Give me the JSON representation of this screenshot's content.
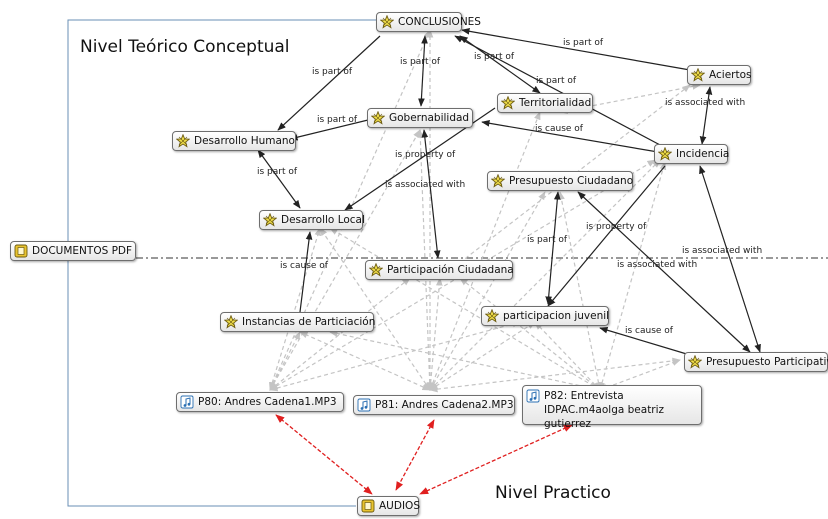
{
  "regions": {
    "theoretical": "Nivel Teórico Conceptual",
    "practical": "Nivel Practico"
  },
  "nodes": {
    "conclusiones": {
      "label": "CONCLUSIONES",
      "icon": "star-code-icon"
    },
    "aciertos": {
      "label": "Aciertos",
      "icon": "star-code-icon"
    },
    "territorialidad": {
      "label": "Territorialidad",
      "icon": "star-code-icon"
    },
    "gobernabilidad": {
      "label": "Gobernabilidad",
      "icon": "star-code-icon"
    },
    "desarrollo_humano": {
      "label": "Desarrollo Humano",
      "icon": "star-code-icon"
    },
    "incidencia": {
      "label": "Incidencia",
      "icon": "star-code-icon"
    },
    "presupuesto_ciudadano": {
      "label": "Presupuesto Ciudadano",
      "icon": "star-code-icon"
    },
    "desarrollo_local": {
      "label": "Desarrollo Local",
      "icon": "star-code-icon"
    },
    "documentos_pdf": {
      "label": "DOCUMENTOS PDF",
      "icon": "document-family-icon"
    },
    "participacion_ciudadana": {
      "label": "Participación Ciudadana",
      "icon": "star-code-icon"
    },
    "instancias": {
      "label": "Instancias de Particiación",
      "icon": "star-code-icon"
    },
    "participacion_juvenil": {
      "label": "participacion juvenil",
      "icon": "star-code-icon"
    },
    "presupuesto_participativo": {
      "label": "Presupuesto Participativo",
      "icon": "star-code-icon"
    },
    "p80": {
      "label": "P80: Andres Cadena1.MP3",
      "icon": "audio-note-icon"
    },
    "p81": {
      "label": "P81: Andres Cadena2.MP3",
      "icon": "audio-note-icon"
    },
    "p82": {
      "label": "P82: Entrevista IDPAC.m4aolga beatriz gutierrez",
      "icon": "audio-note-icon"
    },
    "audios": {
      "label": "AUDIOS",
      "icon": "document-family-icon"
    }
  },
  "relations": {
    "is_part_of": "is part of",
    "is_associated_with": "is associated with",
    "is_cause_of": "is cause of",
    "is_property_of": "is property of"
  },
  "colors": {
    "relation_link": "#222222",
    "document_link": "#c0c0c0",
    "audio_link": "#e02020",
    "frame_line": "#6a8fb5",
    "code_icon": "#f2e04a",
    "family_icon": "#e8c330"
  }
}
